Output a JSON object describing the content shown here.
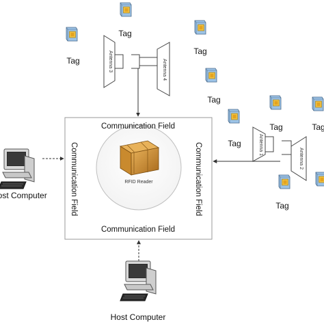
{
  "reader": {
    "label": "RFID Reader",
    "field_top": "Communication Field",
    "field_bottom": "Communication Field",
    "field_left": "Communication Field",
    "field_right": "Communication Field"
  },
  "tag_label": "Tag",
  "antennas": [
    "Antenna 1",
    "Antenna 2",
    "Antenna 3",
    "Antenna 4"
  ],
  "hosts": {
    "left": "Host Computer",
    "bottom": "Host Computer"
  },
  "colors": {
    "line": "#333333",
    "tag_body": "#9cc3e6",
    "tag_chip": "#f0c040",
    "box": "#c98a2e",
    "monitor": "#d9d9d9"
  }
}
